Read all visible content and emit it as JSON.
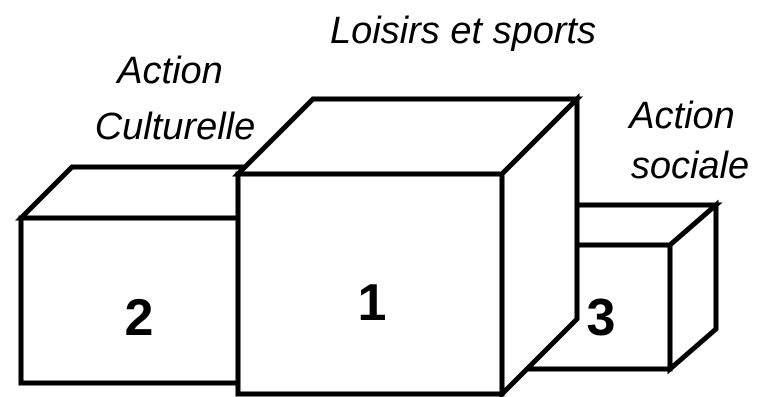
{
  "podium": {
    "first": {
      "rank": "1",
      "label_lines": [
        "Loisirs et sports"
      ]
    },
    "second": {
      "rank": "2",
      "label_lines": [
        "Action",
        "Culturelle"
      ]
    },
    "third": {
      "rank": "3",
      "label_lines": [
        "Action",
        "sociale"
      ]
    }
  },
  "colors": {
    "stroke": "#000000",
    "fill": "#ffffff",
    "text": "#000000"
  }
}
